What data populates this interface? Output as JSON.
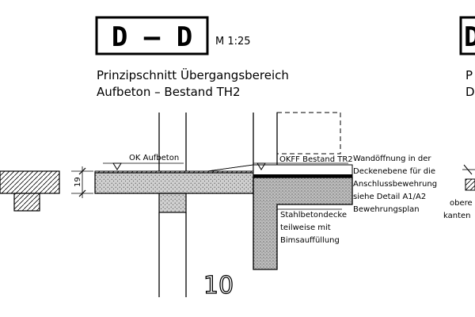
{
  "section_box_left": "D – D",
  "section_box_right_letter": "D",
  "scale": "M 1:25",
  "title_line1": "Prinzipschnitt Übergangsbereich",
  "title_line2": "Aufbeton – Bestand TH2",
  "right_title_fragment_1": "P",
  "right_title_fragment_2": "De",
  "label_ok_aufbeton": "OK Aufbeton",
  "label_okff": "OKFF Bestand TR2",
  "dimension_19": "19",
  "note_wall_opening": [
    "Wandöffnung in der",
    "Deckenebene für die",
    "Anschlussbewehrung",
    "siehe Detail A1/A2",
    "Bewehrungsplan"
  ],
  "note_slab": [
    "Stahlbetondecke",
    "teilweise mit",
    "Bimsauffüllung"
  ],
  "right_fragment_obere": "obere",
  "right_fragment_kanten": "kanten",
  "sheet_number": "10"
}
